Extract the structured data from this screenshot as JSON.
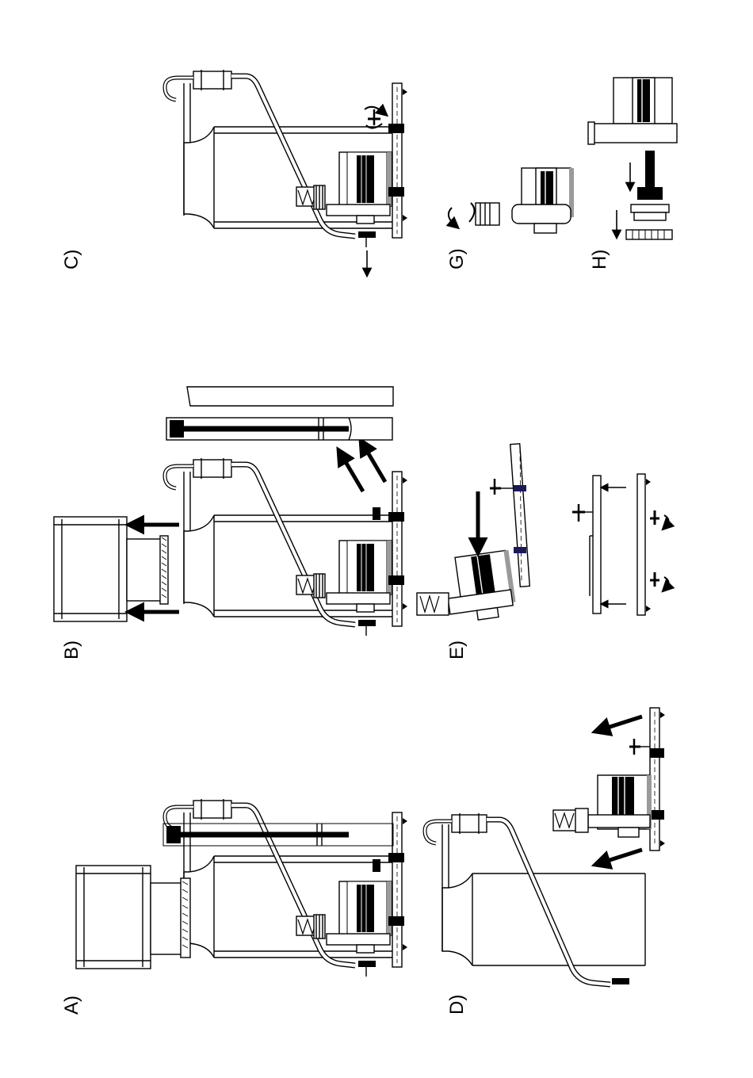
{
  "panels": [
    {
      "id": "A",
      "label": "A)"
    },
    {
      "id": "B",
      "label": "B)"
    },
    {
      "id": "C",
      "label": "C)"
    },
    {
      "id": "D",
      "label": "D)"
    },
    {
      "id": "E",
      "label": "E)"
    },
    {
      "id": "G",
      "label": "G)"
    },
    {
      "id": "H",
      "label": "H)"
    }
  ],
  "colors": {
    "line": "#000000",
    "background": "#ffffff",
    "gray": "#9a9a9a"
  }
}
